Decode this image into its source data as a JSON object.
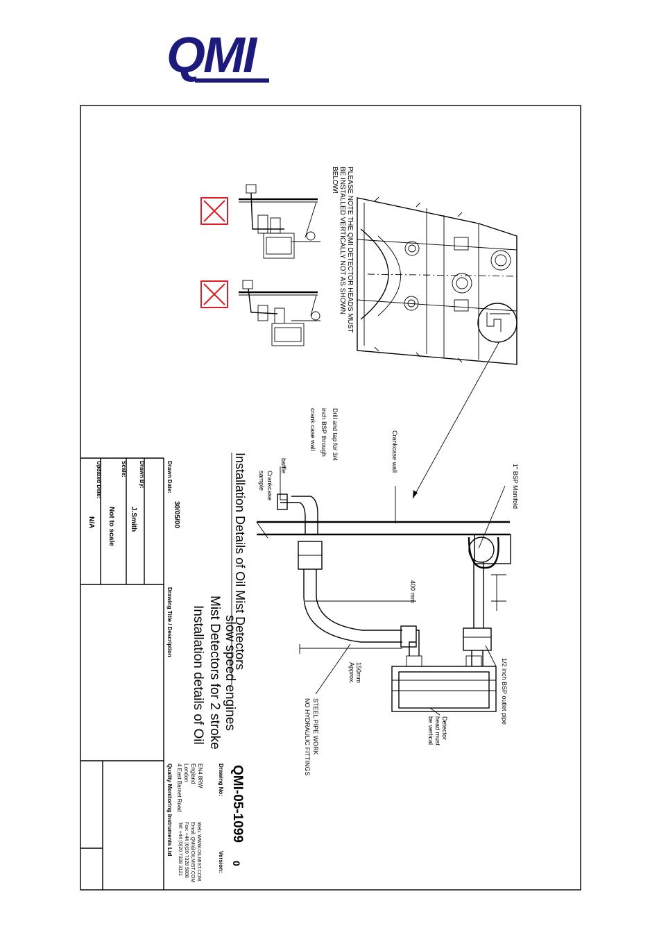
{
  "logo": {
    "text": "QMI",
    "color": "#1c1a7a"
  },
  "warning": {
    "lines": [
      "PLEASE NOTE THE QMI DETECTOR HEADS MUST",
      "BE INSTALLED VERTICALLY NOT AS SHOWN",
      "BELOW!"
    ],
    "cross_color": "#e01b24"
  },
  "heading": "Installation Details of Oil Mist Detectors",
  "labels": {
    "manifold": "1\" BSP Manifold",
    "crankcase_wall": "Crankcase wall",
    "drill": [
      "Drill and tap for 3/4",
      "inch BSP through",
      "crank case wall"
    ],
    "baffle": "baffle",
    "crankcase_sample": [
      "Crankcase",
      "sample"
    ],
    "dim_400": "400 mm",
    "dim_150": [
      "150mm",
      "Approx."
    ],
    "outlet": "1/2 inch BSP outlet pipe",
    "detector": [
      "Detector",
      "head must",
      "be vertical"
    ],
    "steel": [
      "STEEL PIPE WORK",
      "NO HYDRAULIC FITTINGS"
    ]
  },
  "title_block": {
    "drawn_date_label": "Drawn Date:",
    "drawn_date": "30/05/00",
    "drawn_by_label": "Drawn By:",
    "drawn_by": "J.Smith",
    "scale_label": "Scale:",
    "scale": "Not to scale",
    "updated_label": "Updated Date:",
    "updated": "N/A",
    "title_label": "Drawing Title / Description",
    "title_lines": [
      "Installation details of Oil",
      "Mist Detectors for 2 stroke",
      "slow speed engines"
    ],
    "company": "Quality Monitoring Instruments Ltd",
    "address": [
      "4 East Barnet Road",
      "London",
      "England",
      "EN4 8RW"
    ],
    "contact": [
      "Tel: +44 (0)20 7328 3121",
      "Fax: +44 (0)20 7328 5808",
      "Email: QMI@OILMIST.COM",
      "Web: WWW.OILMIST.COM"
    ],
    "drawing_no_label": "Drawing No:",
    "drawing_no": "QMI-05-1099",
    "version_label": "Version:",
    "version": "0"
  }
}
